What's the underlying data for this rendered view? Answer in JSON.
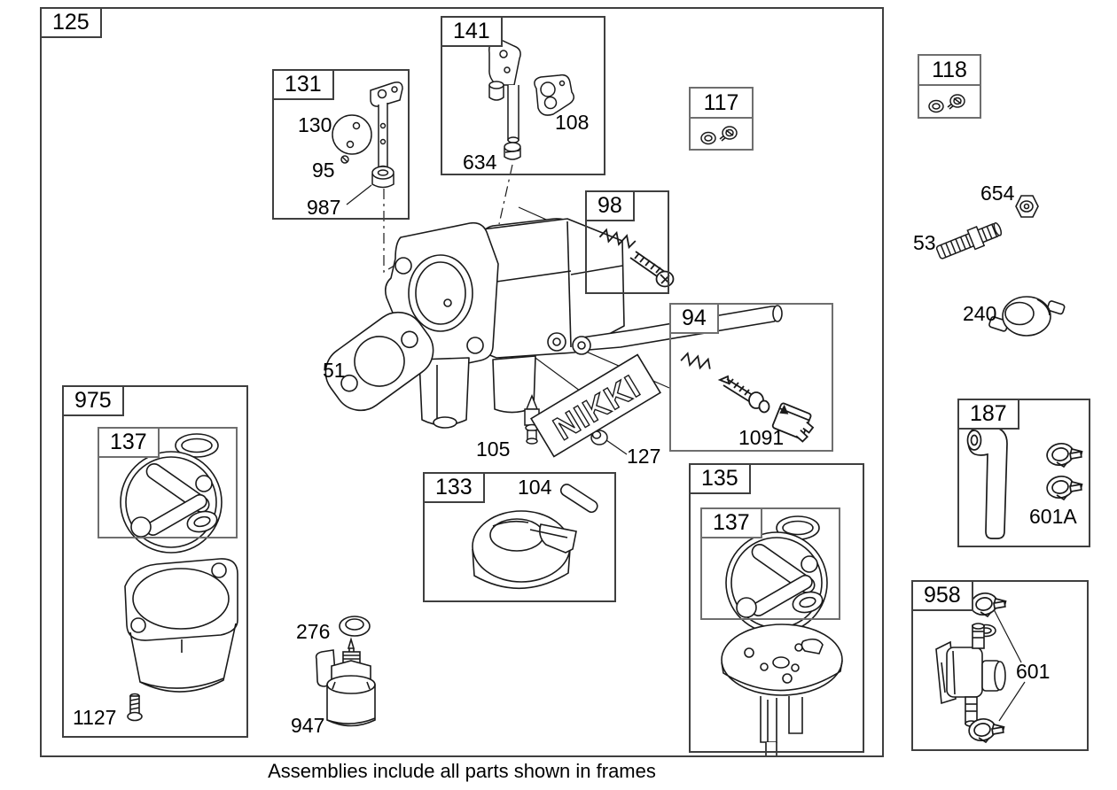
{
  "caption": "Assemblies include all parts shown in frames",
  "brand_plate": {
    "text": "NIKKI"
  },
  "frames": {
    "f125": {
      "label": "125"
    },
    "f131": {
      "label": "131"
    },
    "f141": {
      "label": "141"
    },
    "f117": {
      "label": "117"
    },
    "f98": {
      "label": "98"
    },
    "f94": {
      "label": "94"
    },
    "f118": {
      "label": "118"
    },
    "f975": {
      "label": "975"
    },
    "f137a": {
      "label": "137"
    },
    "f133": {
      "label": "133"
    },
    "f135": {
      "label": "135"
    },
    "f137b": {
      "label": "137"
    },
    "f187": {
      "label": "187"
    },
    "f958": {
      "label": "958"
    }
  },
  "parts": {
    "p130": "130",
    "p95": "95",
    "p987": "987",
    "p108": "108",
    "p634": "634",
    "p51": "51",
    "p105": "105",
    "p127": "127",
    "p104": "104",
    "p1091": "1091",
    "p1127": "1127",
    "p276": "276",
    "p947": "947",
    "p53": "53",
    "p654": "654",
    "p240": "240",
    "p601": "601",
    "p601A": "601A"
  },
  "colors": {
    "line": "#1a1a1a",
    "frame_border": "#3f3f3f",
    "background": "#ffffff"
  }
}
